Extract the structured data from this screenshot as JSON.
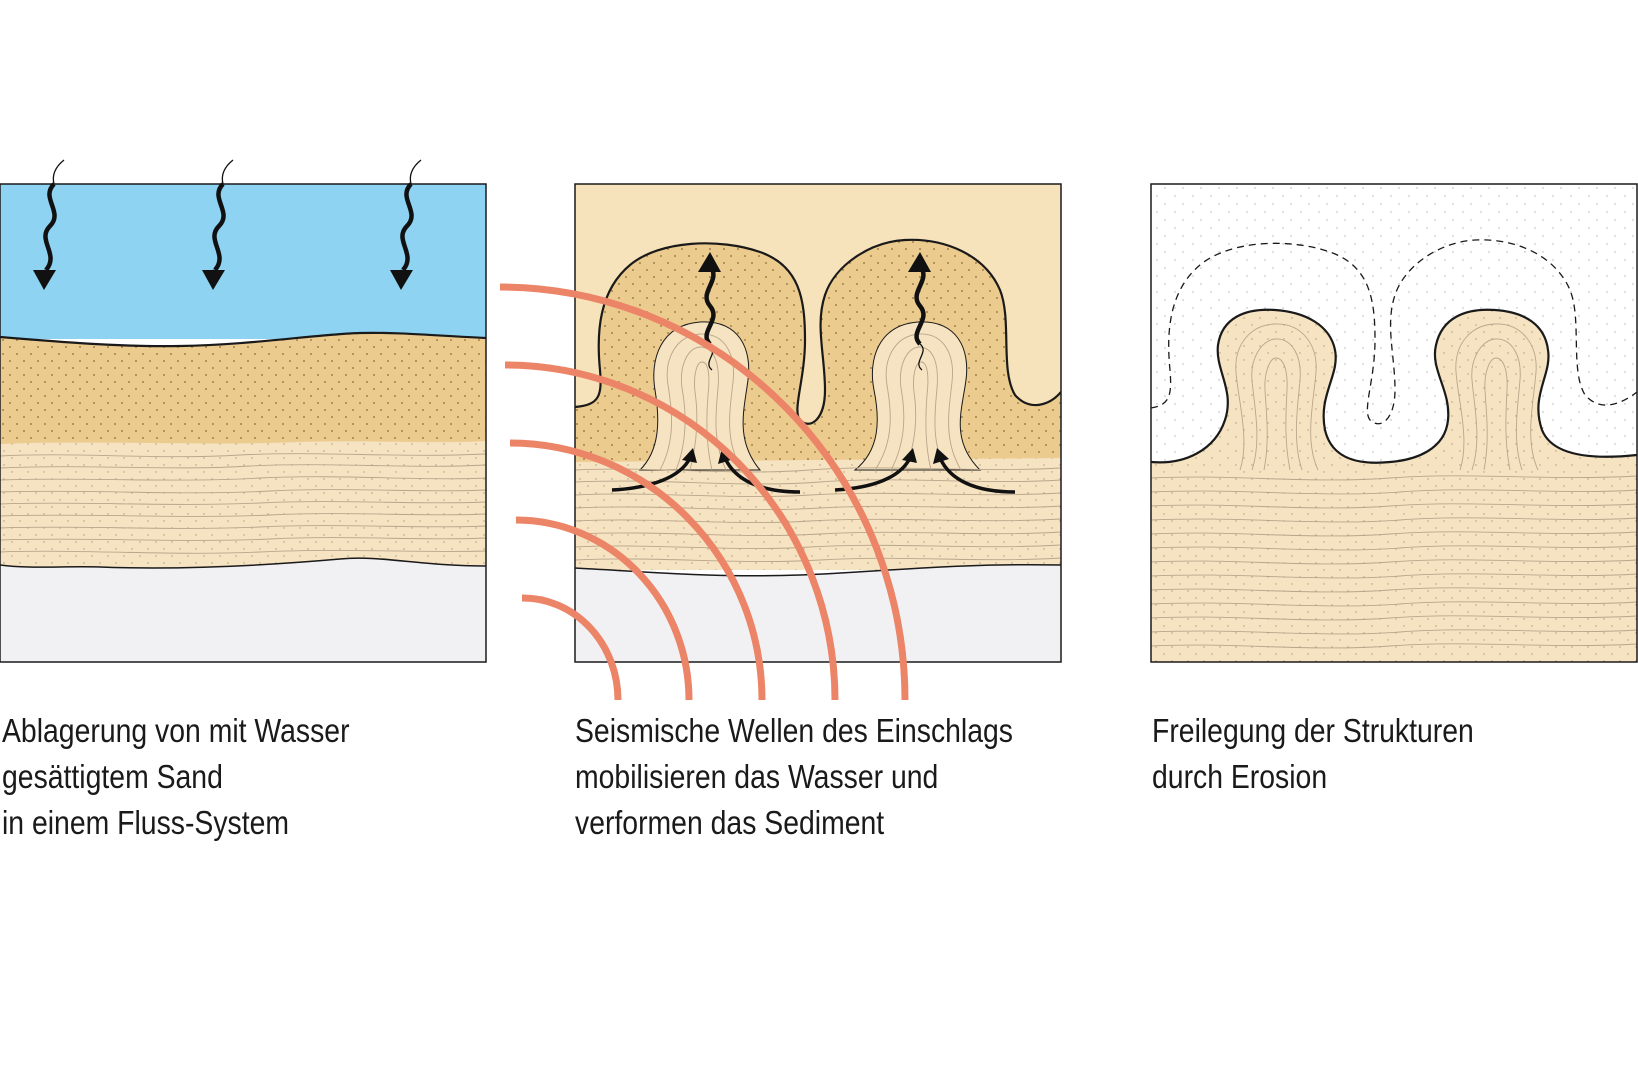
{
  "colors": {
    "water": "#8fd3f2",
    "saturated_sand": "#eccb8f",
    "sand_light": "#f7e3bb",
    "sediment": "#f6e3c2",
    "bedrock": "#f1f1f4",
    "seismic_wave": "#ec8467",
    "outline": "#1a1a1a"
  },
  "captions": {
    "panel1": [
      "Ablagerung von mit Wasser",
      "gesättigtem Sand",
      "in einem Fluss-System"
    ],
    "panel2": [
      "Seismische Wellen des Einschlags",
      "mobilisieren das Wasser und",
      "verformen das Sediment"
    ],
    "panel3": [
      "Freilegung der Strukturen",
      "durch Erosion"
    ]
  }
}
